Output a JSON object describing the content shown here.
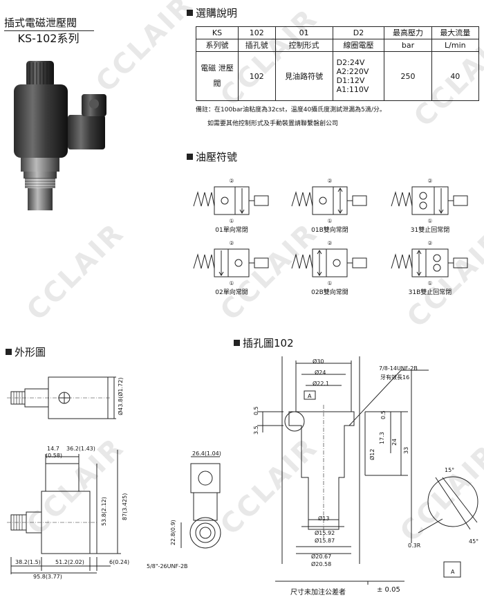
{
  "product": {
    "title": "插式電磁泄壓閥",
    "model": "KS-102系列"
  },
  "sections": {
    "ordering": "選購說明",
    "symbols": "油壓符號",
    "outline": "外形圖",
    "cavity": "插孔圖102"
  },
  "spec_table": {
    "row1": [
      "KS",
      "102",
      "01",
      "D2",
      "最高壓力",
      "最大流量"
    ],
    "row2": [
      "系列號",
      "插孔號",
      "控制形式",
      "線圈電壓",
      "bar",
      "L/min"
    ],
    "row3": {
      "series": "電磁 泄壓閥",
      "cavity": "102",
      "control": "見油路符號",
      "voltages": [
        "D2:24V",
        "A2:220V",
        "D1:12V",
        "A1:110V"
      ],
      "pressure": "250",
      "flow": "40"
    }
  },
  "notes": [
    "備註：在100bar油粘度為32cst，溫度40攝氏度測試泄漏為5滴/分。",
    "如需要其他控制形式及手動裝置請聯繫磐創公司"
  ],
  "symbols": [
    {
      "caption": "01單向常閉",
      "port_top": "②",
      "port_bottom": "①"
    },
    {
      "caption": "01B雙向常閉",
      "port_top": "②",
      "port_bottom": "①"
    },
    {
      "caption": "31雙止回常閉",
      "port_top": "②",
      "port_bottom": "①"
    },
    {
      "caption": "02單向常開",
      "port_top": "②",
      "port_bottom": "①"
    },
    {
      "caption": "02B雙向常開",
      "port_top": "②",
      "port_bottom": "①"
    },
    {
      "caption": "31B雙止回常閉",
      "port_top": "②",
      "port_bottom": "①"
    }
  ],
  "outline_dims": {
    "d_coil": "Ø43.8(Ø1.72)",
    "d_14_7": "14.7",
    "d_0_58": "(0.58)",
    "d_36_2": "36.2(1.43)",
    "d_53_8": "53.8(2.12)",
    "d_87": "87(3.425)",
    "d_38_2": "38.2(1.5)",
    "d_51_2": "51.2(2.02)",
    "d_6": "6(0.24)",
    "d_95_8": "95.8(3.77)",
    "d_26_4": "26.4(1.04)",
    "d_22_8": "22.8(0.9)",
    "thread_side": "5/8\"-26UNF-2B"
  },
  "cavity_dims": {
    "d30": "Ø30",
    "d24": "Ø24",
    "d22_1": "Ø22.1",
    "thread": "7/8-14UNF-2B",
    "thread_note": "牙有效長16",
    "datum": "A",
    "h0_5a": "0.5",
    "h3_5": "3.5",
    "h0_5b": "0.5",
    "h17_3": "17.3",
    "h24": "24",
    "h33": "33",
    "d12": "Ø12",
    "d13": "Ø13",
    "d15_92": "Ø15.92",
    "d15_87": "Ø15.87",
    "d20_67": "Ø20.67",
    "d20_58": "Ø20.58",
    "angle15": "15°",
    "angle45": "45°",
    "radius": "0.3R",
    "tol_label": "尺寸未加注公差者",
    "tol_value": "± 0.05"
  },
  "watermark": "CCLAIR"
}
